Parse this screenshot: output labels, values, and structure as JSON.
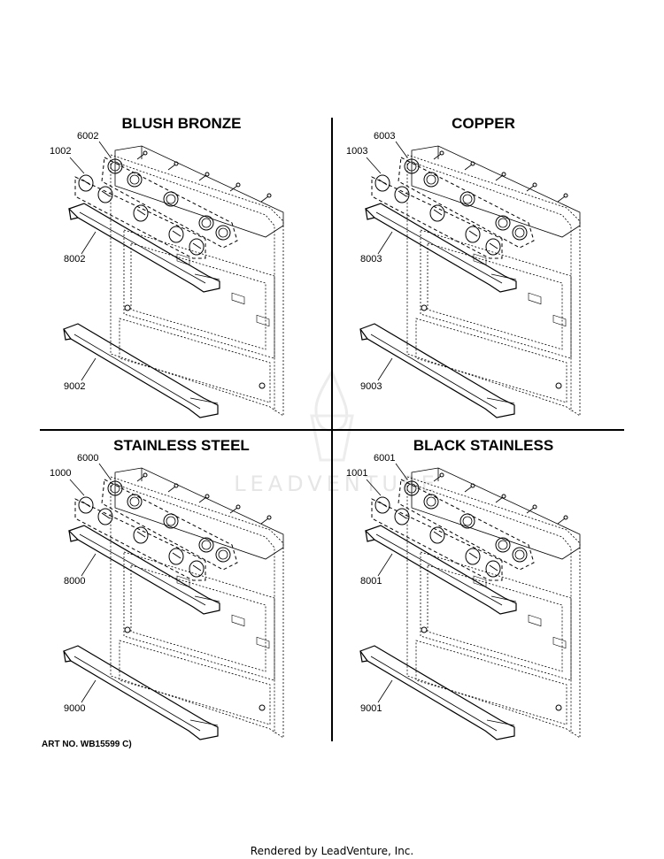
{
  "quadrants": [
    {
      "title": "BLUSH BRONZE",
      "knob_part": "1002",
      "bezel_part": "6002",
      "door_handle_part": "8002",
      "drawer_handle_part": "9002"
    },
    {
      "title": "COPPER",
      "knob_part": "1003",
      "bezel_part": "6003",
      "door_handle_part": "8003",
      "drawer_handle_part": "9003"
    },
    {
      "title": "STAINLESS STEEL",
      "knob_part": "1000",
      "bezel_part": "6000",
      "door_handle_part": "8000",
      "drawer_handle_part": "9000"
    },
    {
      "title": "BLACK STAINLESS",
      "knob_part": "1001",
      "bezel_part": "6001",
      "door_handle_part": "8001",
      "drawer_handle_part": "9001"
    }
  ],
  "art_number": "ART NO. WB15599 C)",
  "footer": "Rendered by LeadVenture, Inc.",
  "watermark": "LEADVENTURE"
}
